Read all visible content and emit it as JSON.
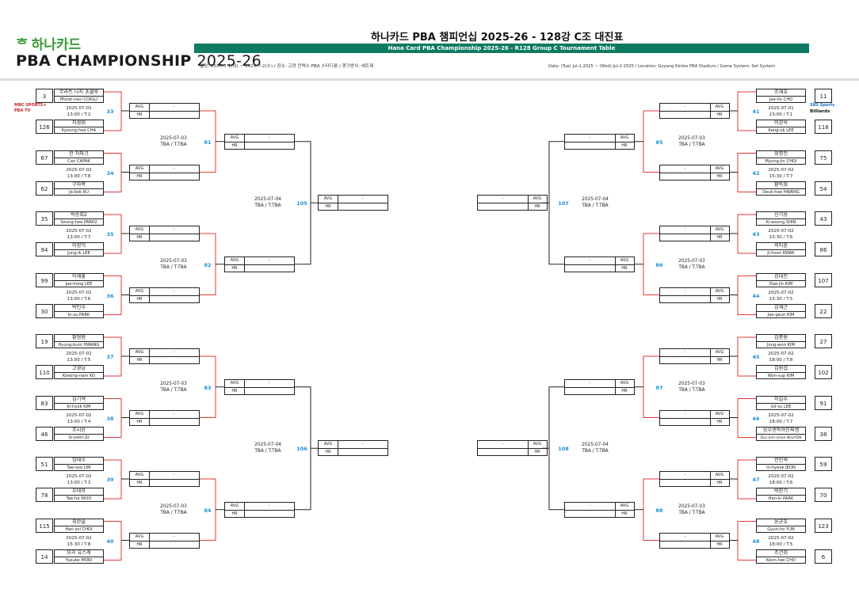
{
  "header": {
    "logo_mark": "ᄒ",
    "logo_top": "하나카드",
    "logo_bottom_main": "PBA CHAMPIONSHIP",
    "logo_bottom_year": "2025-26",
    "title": "하나카드 PBA 챔피언십 2025-26 - 128강 C조 대진표",
    "subtitle": "Hana Card PBA Championship 2025-26 - R128 Group C Tournament Table",
    "info_kr": "일정: 2025-7-1(화) ~ 2025-7-2(수) / 장소: 고양 킨텍스 PBA 스타디움 / 경기방식: 세트제",
    "info_en": "Date: (Tue) Jul-1-2025 ~ (Wed) Jul-2-2025 / Location: Goyang Kintex PBA Stadium / Game System: Set System"
  },
  "labels": {
    "avg": "AVG",
    "hr": "HR",
    "dash": "-"
  },
  "broadcast": {
    "left_top": "MBC SPORTS+",
    "left_bottom": "PBA TV",
    "right_top": "SBS Sports",
    "right_bottom": "Billiards"
  },
  "left_matches": [
    {
      "num": "33",
      "date": "2025-07-01",
      "time": "13:00 / T.2",
      "p1": {
        "seed": "3",
        "kr": "무라트 나지 초클루",
        "en": "Murat-naci COKLU"
      },
      "p2": {
        "seed": "126",
        "kr": "차경회",
        "en": "Kyoung-hoe CHA"
      }
    },
    {
      "num": "34",
      "date": "2025-07-02",
      "time": "13:00 / T.8",
      "p1": {
        "seed": "67",
        "kr": "잔 차파크",
        "en": "Can CAPAK"
      },
      "p2": {
        "seed": "62",
        "kr": "구자복",
        "en": "Ja-bok KU"
      }
    },
    {
      "num": "35",
      "date": "2025-07-02",
      "time": "13:00 / T.7",
      "p1": {
        "seed": "35",
        "kr": "박승희2",
        "en": "Seung-hee PARK2"
      },
      "p2": {
        "seed": "94",
        "kr": "이정익",
        "en": "Jung-ik LEE"
      }
    },
    {
      "num": "36",
      "date": "2025-07-02",
      "time": "13:00 / T.6",
      "p1": {
        "seed": "99",
        "kr": "이재홍",
        "en": "Jae-hong LEE"
      },
      "p2": {
        "seed": "30",
        "kr": "박인수",
        "en": "In-su PARK"
      }
    },
    {
      "num": "37",
      "date": "2025-07-02",
      "time": "13:00 / T.5",
      "p1": {
        "seed": "19",
        "kr": "황형범",
        "en": "Hyung-bum HWANG"
      },
      "p2": {
        "seed": "110",
        "kr": "고경남",
        "en": "Kyeong-nam KO"
      }
    },
    {
      "num": "38",
      "date": "2025-07-02",
      "time": "13:00 / T.4",
      "p1": {
        "seed": "83",
        "kr": "김기혁",
        "en": "Ki-hyok KIM"
      },
      "p2": {
        "seed": "46",
        "kr": "주시윤",
        "en": "Si-yoon JU"
      }
    },
    {
      "num": "39",
      "date": "2025-07-02",
      "time": "13:00 / T.3",
      "p1": {
        "seed": "51",
        "kr": "임태수",
        "en": "Tae-soo LIM"
      },
      "p2": {
        "seed": "78",
        "kr": "우태하",
        "en": "Tae-ha WOO"
      }
    },
    {
      "num": "40",
      "date": "2025-07-02",
      "time": "15:30 / T.8",
      "p1": {
        "seed": "115",
        "kr": "최한솔",
        "en": "Han-sol CHOI"
      },
      "p2": {
        "seed": "14",
        "kr": "모리 유스케",
        "en": "Yusuke MORI"
      }
    }
  ],
  "right_matches": [
    {
      "num": "41",
      "date": "2025-07-01",
      "time": "23:00 / T.1",
      "p1": {
        "seed": "11",
        "kr": "조재호",
        "en": "Jae-ho CHO"
      },
      "p2": {
        "seed": "118",
        "kr": "이강욱",
        "en": "Kang-uk LEE"
      }
    },
    {
      "num": "42",
      "date": "2025-07-02",
      "time": "15:30 / T.7",
      "p1": {
        "seed": "75",
        "kr": "최명진",
        "en": "Myung-jin CHOI"
      },
      "p2": {
        "seed": "54",
        "kr": "황득희",
        "en": "Deuk-hee HWANG"
      }
    },
    {
      "num": "43",
      "date": "2025-07-02",
      "time": "15:30 / T.6",
      "p1": {
        "seed": "43",
        "kr": "신기웅",
        "en": "Ki-woong SHIN"
      },
      "p2": {
        "seed": "86",
        "kr": "곽지훈",
        "en": "Ji-hoon KWAK"
      }
    },
    {
      "num": "44",
      "date": "2025-07-02",
      "time": "15:30 / T.5",
      "p1": {
        "seed": "107",
        "kr": "김대진",
        "en": "Dae-jin KIM"
      },
      "p2": {
        "seed": "22",
        "kr": "김재근",
        "en": "Jae-geun KIM"
      }
    },
    {
      "num": "45",
      "date": "2025-07-02",
      "time": "18:00 / T.8",
      "p1": {
        "seed": "27",
        "kr": "김종원",
        "en": "Jong-won KIM"
      },
      "p2": {
        "seed": "102",
        "kr": "김원섭",
        "en": "Won-sup KIM"
      }
    },
    {
      "num": "46",
      "date": "2025-07-02",
      "time": "18:00 / T.7",
      "p1": {
        "seed": "91",
        "kr": "이길수",
        "en": "Gil-su LEE"
      },
      "p2": {
        "seed": "38",
        "kr": "응우옌득아인찌엔",
        "en": "Duc-anh-chien NGUYEN"
      }
    },
    {
      "num": "47",
      "date": "2025-07-02",
      "time": "18:00 / T.6",
      "p1": {
        "seed": "59",
        "kr": "전인혁",
        "en": "In-hyeok JEON"
      },
      "p2": {
        "seed": "70",
        "kr": "박한기",
        "en": "Han-ki PARK"
      }
    },
    {
      "num": "48",
      "date": "2025-07-02",
      "time": "18:00 / T.5",
      "p1": {
        "seed": "123",
        "kr": "윤균호",
        "en": "Gyun-ho YUN"
      },
      "p2": {
        "seed": "6",
        "kr": "조건휘",
        "en": "Keon-hwi CHO"
      }
    }
  ],
  "left_r64": [
    {
      "num": "81",
      "date": "2025-07-03",
      "time": "TBA / T.TBA"
    },
    {
      "num": "82",
      "date": "2025-07-03",
      "time": "TBA / T.TBA"
    },
    {
      "num": "83",
      "date": "2025-07-03",
      "time": "TBA / T.TBA"
    },
    {
      "num": "84",
      "date": "2025-07-03",
      "time": "TBA / T.TBA"
    }
  ],
  "right_r64": [
    {
      "num": "85",
      "date": "2025-07-03",
      "time": "TBA / T.TBA"
    },
    {
      "num": "86",
      "date": "2025-07-03",
      "time": "TBA / T.TBA"
    },
    {
      "num": "87",
      "date": "2025-07-03",
      "time": "TBA / T.TBA"
    },
    {
      "num": "88",
      "date": "2025-07-03",
      "time": "TBA / T.TBA"
    }
  ],
  "left_r32": [
    {
      "num": "105",
      "date": "2025-07-04",
      "time": "TBA / T.TBA"
    },
    {
      "num": "106",
      "date": "2025-07-04",
      "time": "TBA / T.TBA"
    }
  ],
  "right_r32": [
    {
      "num": "107",
      "date": "2025-07-04",
      "time": "TBA / T.TBA"
    },
    {
      "num": "108",
      "date": "2025-07-04",
      "time": "TBA / T.TBA"
    }
  ]
}
